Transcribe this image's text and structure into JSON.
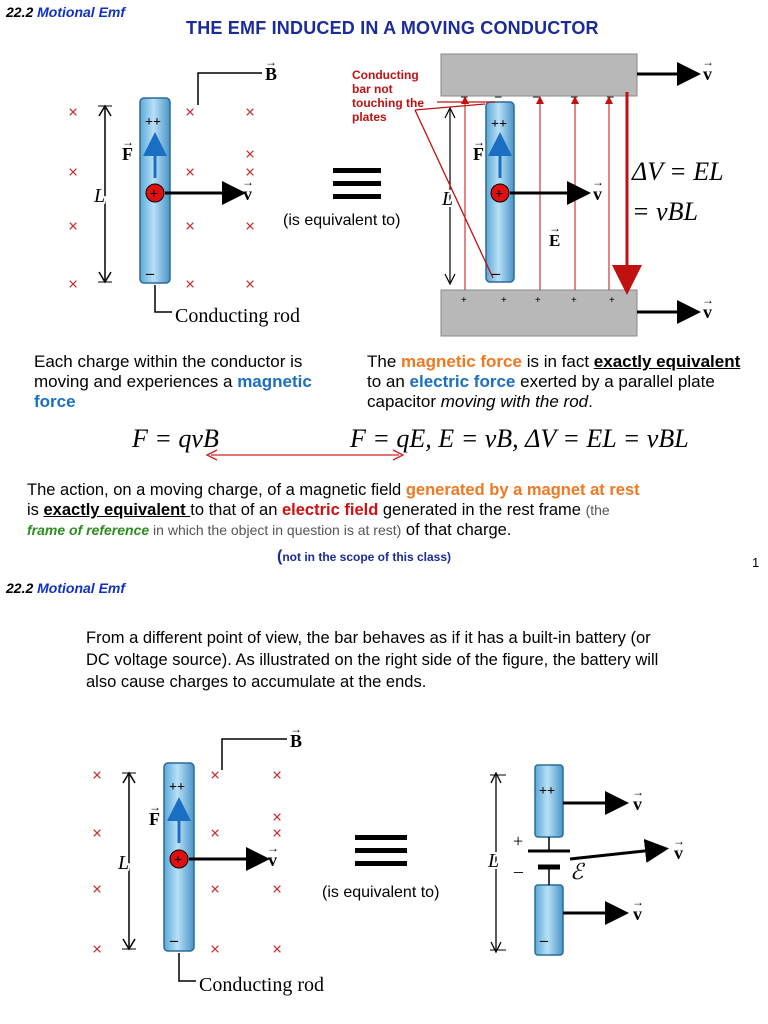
{
  "slide1": {
    "section_num": "22.2",
    "section_name": "Motional Emf",
    "title": "THE EMF INDUCED IN A MOVING CONDUCTOR",
    "labels": {
      "B": "B",
      "F": "F",
      "v": "v",
      "L": "L",
      "E": "E",
      "rod": "Conducting rod",
      "equiv": "(is equivalent to)",
      "annotation": [
        "Conducting",
        "bar not",
        "touching the",
        "plates"
      ],
      "eq1": "ΔV = EL",
      "eq2": "= vBL"
    },
    "left_text": {
      "t1": "Each charge within the conductor is moving and experiences a ",
      "t2": "magnetic force"
    },
    "right_text": {
      "t1": "The ",
      "t2": "magnetic force",
      "t3": " is in fact ",
      "t4": "exactly equivalent",
      "t5": " to an ",
      "t6": "electric force",
      "t7": " exerted by a parallel plate capacitor ",
      "t8": "moving with the rod",
      "t9": "."
    },
    "formula_left": "F = qvB",
    "formula_right": "F = qE,  E = vB,  ΔV = EL = vBL",
    "action_text": {
      "t1": "The action, on a moving charge, of a magnetic field ",
      "t2": "generated by a magnet at rest",
      "t3": " is ",
      "t4": "exactly equivalent ",
      "t5": "to that of an ",
      "t6": "electric field",
      "t7": " generated in the rest frame ",
      "t8": "(the ",
      "t9": "frame of reference",
      "t10": " in which the object in question is at rest)",
      "t11": " of that charge."
    },
    "scope_paren": "(",
    "scope": "not in the scope of this class)",
    "page_number": "1"
  },
  "slide2": {
    "section_num": "22.2",
    "section_name": "Motional Emf",
    "paragraph": "From a different point of view, the bar behaves as if it has a built-in battery (or DC voltage source).  As illustrated on the right side of the figure, the battery will also cause charges to accumulate at the ends.",
    "labels": {
      "B": "B",
      "F": "F",
      "v": "v",
      "L": "L",
      "emf": "ℰ",
      "plus": "+",
      "minus": "–",
      "rod": "Conducting rod",
      "equiv": "(is equivalent to)"
    }
  }
}
